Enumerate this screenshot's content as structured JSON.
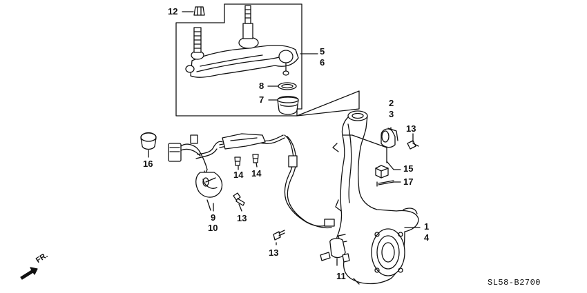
{
  "diagram_code": "SL58-B2700",
  "direction_label": "FR.",
  "callouts": [
    {
      "id": "c12",
      "text": "12"
    },
    {
      "id": "c5",
      "text": "5"
    },
    {
      "id": "c6",
      "text": "6"
    },
    {
      "id": "c8",
      "text": "8"
    },
    {
      "id": "c7",
      "text": "7"
    },
    {
      "id": "c2",
      "text": "2"
    },
    {
      "id": "c3",
      "text": "3"
    },
    {
      "id": "c13a",
      "text": "13"
    },
    {
      "id": "c16",
      "text": "16"
    },
    {
      "id": "c14a",
      "text": "14"
    },
    {
      "id": "c14b",
      "text": "14"
    },
    {
      "id": "c15",
      "text": "15"
    },
    {
      "id": "c17",
      "text": "17"
    },
    {
      "id": "c9",
      "text": "9"
    },
    {
      "id": "c10",
      "text": "10"
    },
    {
      "id": "c13b",
      "text": "13"
    },
    {
      "id": "c1",
      "text": "1"
    },
    {
      "id": "c4",
      "text": "4"
    },
    {
      "id": "c13c",
      "text": "13"
    },
    {
      "id": "c11",
      "text": "11"
    }
  ]
}
